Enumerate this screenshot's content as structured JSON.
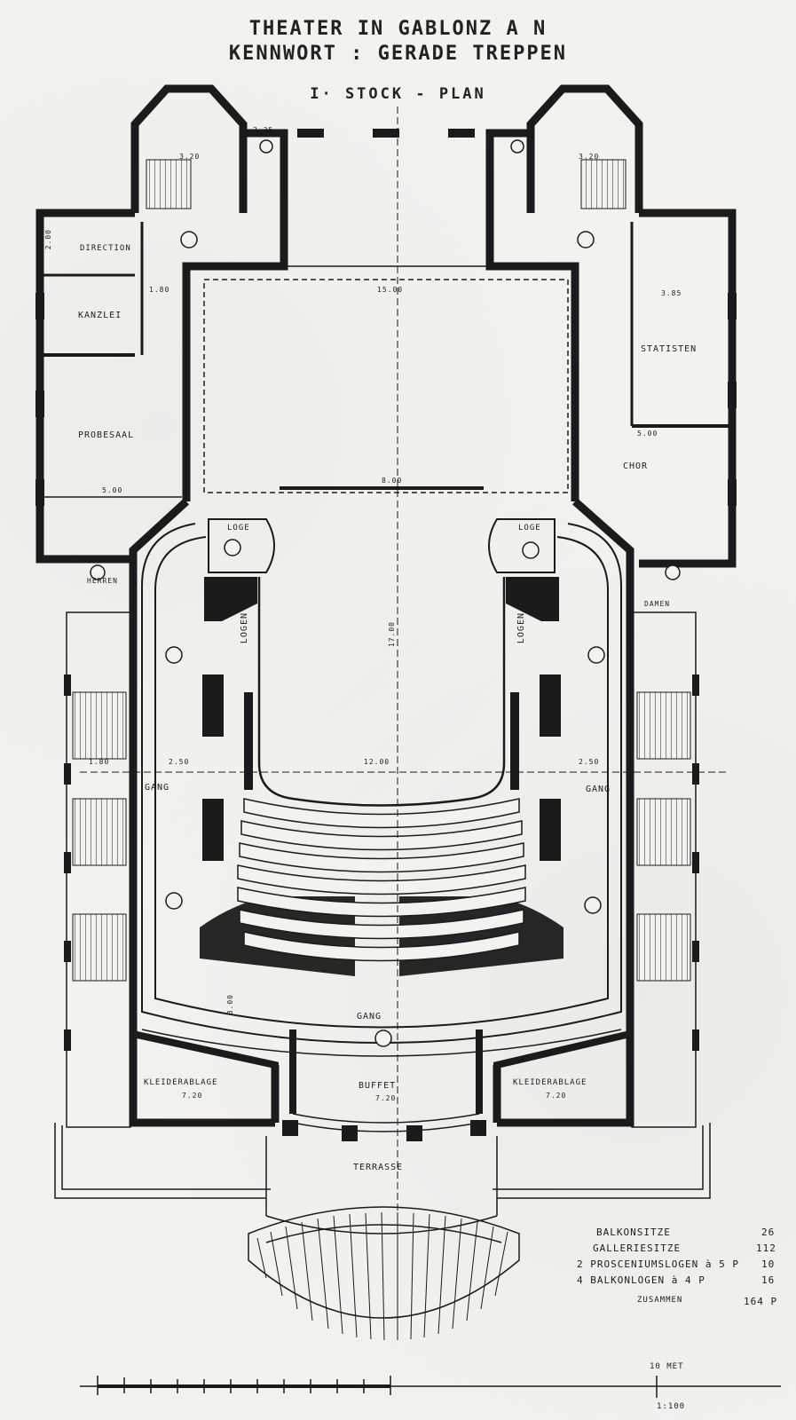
{
  "title": {
    "line1": "THEATER IN GABLONZ A N",
    "line2": "KENNWORT : GERADE TREPPEN",
    "floor": "I· STOCK - PLAN"
  },
  "rooms": {
    "direction": "DIRECTION",
    "kanzlei": "KANZLEI",
    "probesaal": "PROBESAAL",
    "statisten": "STATISTEN",
    "chor": "CHOR",
    "logen_left": "LOGEN",
    "logen_right": "LOGEN",
    "loge_left": "LOGE",
    "loge_right": "LOGE",
    "herren": "HERREN",
    "damen": "DAMEN",
    "gang_left": "GANG",
    "gang_right": "GANG",
    "gang_bottom": "GANG",
    "kleiderablage_left": "KLEIDERABLAGE",
    "kleiderablage_right": "KLEIDERABLAGE",
    "buffet": "BUFFET",
    "terrasse": "TERRASSE"
  },
  "dimensions": {
    "d_320a": "3.20",
    "d_320b": "3.20",
    "d_235": "2.35",
    "d_200": "2.00",
    "d_180a": "1.80",
    "d_180b": "1.80",
    "d_1500": "15.00",
    "d_385": "3.85",
    "d_1200": "12.00",
    "d_250a": "2.50",
    "d_250b": "2.50",
    "d_800": "8.00",
    "d_500a": "5.00",
    "d_500b": "5.00",
    "d_720a": "7.20",
    "d_720b": "7.20",
    "d_720c": "7.20",
    "d_1700": "17.00",
    "d_300": "3.00"
  },
  "summary": {
    "rows": [
      {
        "label": "BALKONSITZE",
        "value": "26"
      },
      {
        "label": "GALLERIESITZE",
        "value": "112"
      },
      {
        "label": "2 PROSCENIUMSLOGEN à 5 P",
        "value": "10"
      },
      {
        "label": "4 BALKONLOGEN à 4 P",
        "value": "16"
      }
    ],
    "total_label": "ZUSAMMEN",
    "total_value": "164 P"
  },
  "scale": {
    "unit": "10 MET",
    "ratio": "1:100"
  },
  "colors": {
    "ink": "#1b1b1b",
    "paper": "#f3f2ef"
  }
}
